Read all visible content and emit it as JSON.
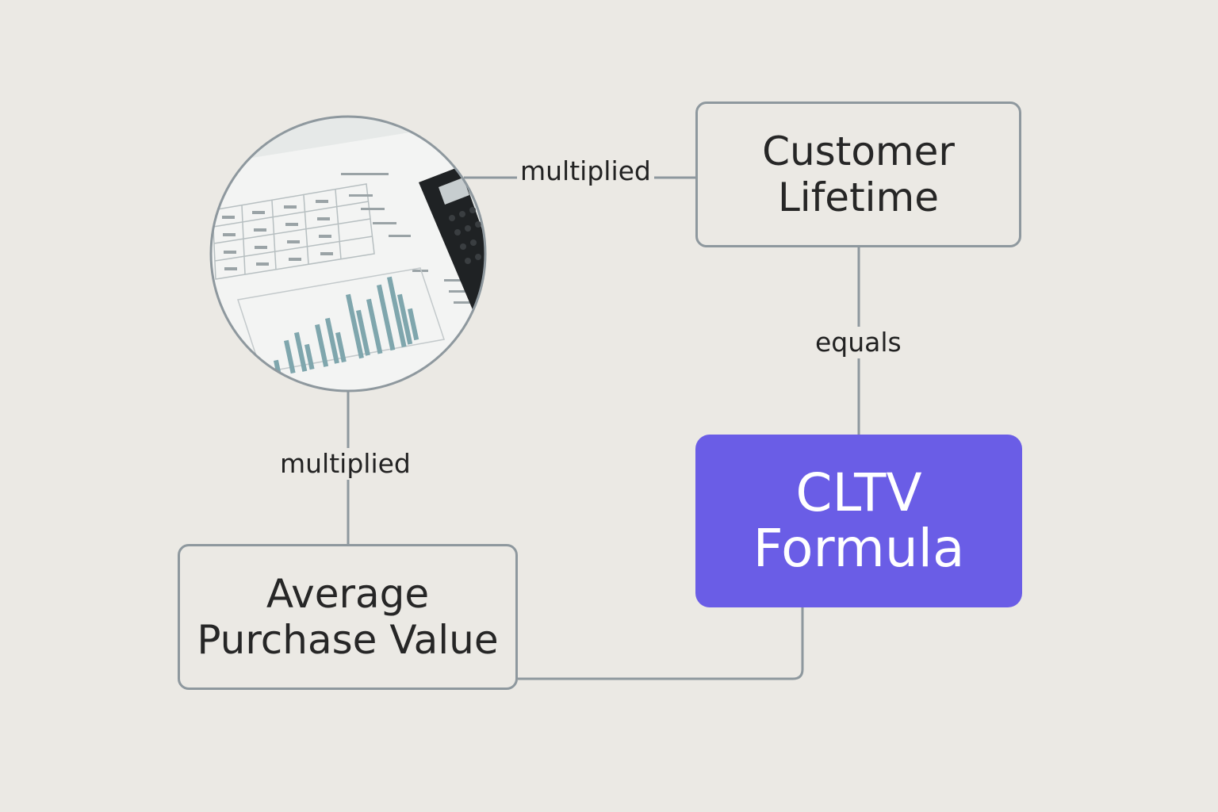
{
  "nodes": {
    "customer_lifetime": {
      "line1": "Customer",
      "line2": "Lifetime"
    },
    "average_purchase_value": {
      "line1": "Average",
      "line2": "Purchase Value"
    },
    "cltv_formula": {
      "line1": "CLTV",
      "line2": "Formula"
    },
    "photo": {
      "icon": "spreadsheet-calculator-photo"
    }
  },
  "edges": {
    "photo_to_customer_lifetime": "multiplied",
    "customer_lifetime_to_cltv": "equals",
    "photo_to_average_purchase": "multiplied"
  },
  "colors": {
    "background": "#ebe9e4",
    "accent": "#6a5de6",
    "border": "#8e989e"
  }
}
